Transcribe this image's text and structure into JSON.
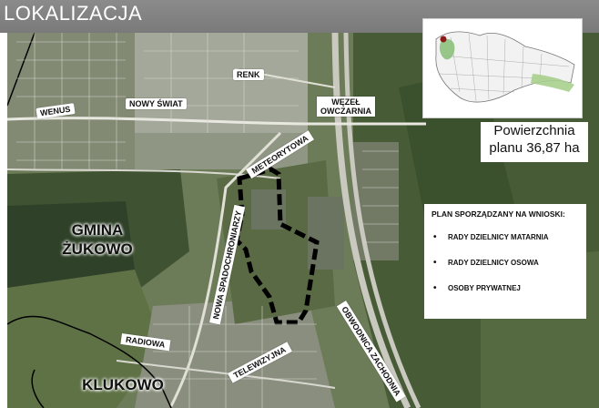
{
  "header": {
    "title": "LOKALIZACJA"
  },
  "map": {
    "labels": {
      "renk": "RENK",
      "wenus": "WENUS",
      "nowy_swiat": "NOWY ŚWIAT",
      "wezel": "WĘZEŁ",
      "owczarnia": "OWCZARNIA",
      "meteorytowa": "METEORYTOWA",
      "nowa_spadochroniarzy": "NOWA SPADOCHRONIARZY",
      "radiowa": "RADIOWA",
      "telewizyjna": "TELEWIZYJNA",
      "obwodnica_zachodnia": "OBWODNICA ZACHODNIA",
      "gmina_line1": "GMINA",
      "gmina_line2": "ŻUKOWO",
      "klukowo": "KLUKOWO"
    },
    "colors": {
      "boundary": "#000000",
      "inset_marker": "#8b1a1a",
      "inset_area": "#8ec07c"
    }
  },
  "area_box": {
    "line1": "Powierzchnia",
    "line2": "planu 36,87 ha"
  },
  "plan_box": {
    "title": "PLAN SPORZĄDZANY NA WNIOSKI:",
    "items": [
      "RADY DZIELNICY MATARNIA",
      "RADY DZIELNICY OSOWA",
      "OSOBY PRYWATNEJ"
    ]
  }
}
